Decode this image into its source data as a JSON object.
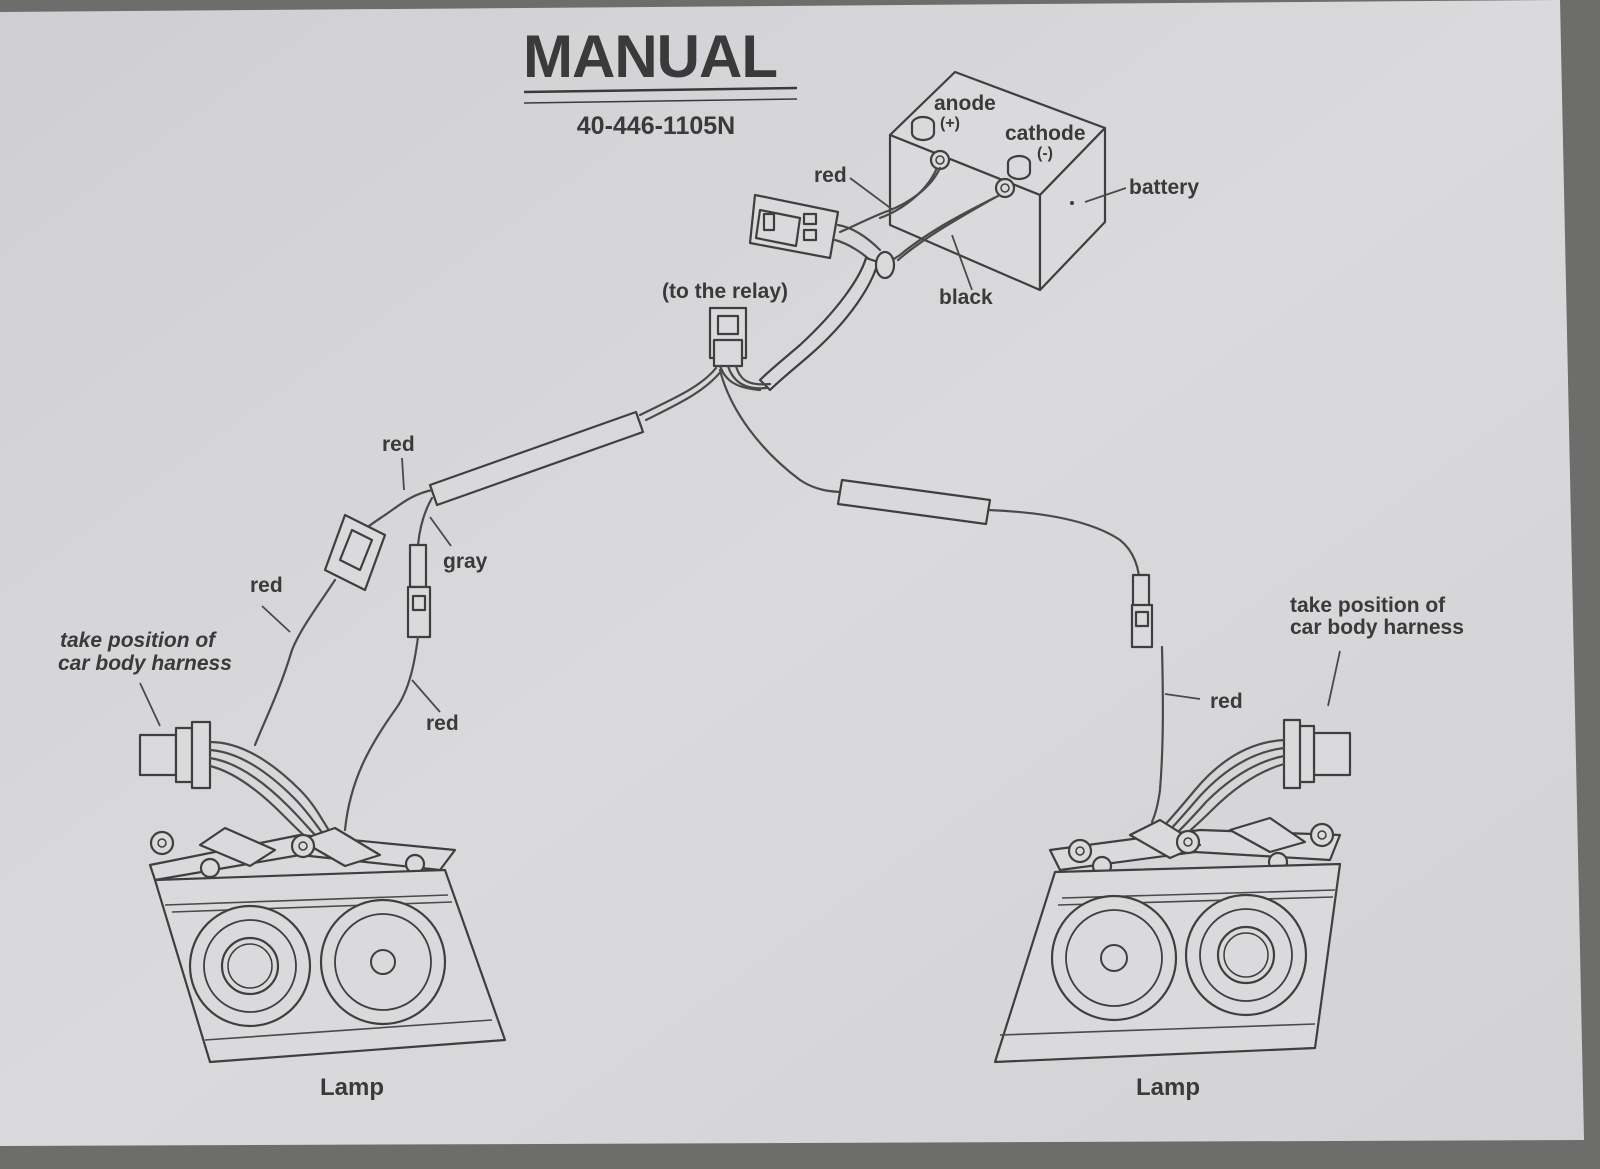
{
  "colors": {
    "paper": "#d8d8da",
    "ink": "#3a3a3a",
    "background": "#6d6d6b"
  },
  "header": {
    "title": "MANUAL",
    "part_number": "40-446-1105N"
  },
  "labels": {
    "anode": "anode",
    "anode_sign": "(+)",
    "cathode": "cathode",
    "cathode_sign": "(-)",
    "battery": "battery",
    "red_battery": "red",
    "black": "black",
    "to_relay": "(to the relay)",
    "red_upper_left": "red",
    "gray": "gray",
    "red_left": "red",
    "red_lower_left": "red",
    "red_right": "red",
    "harness_left_line1": "take position of",
    "harness_left_line2": "car body harness",
    "harness_right_line1": "take position of",
    "harness_right_line2": "car body harness",
    "lamp_left": "Lamp",
    "lamp_right": "Lamp"
  }
}
